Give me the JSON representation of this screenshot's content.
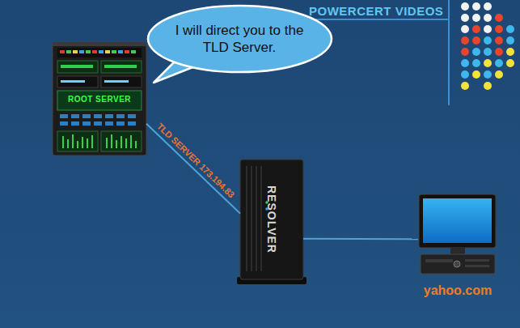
{
  "diagram": {
    "nodes": [
      {
        "text": [
          "ROOT SERVER"
        ]
      },
      {
        "text": [
          "I will direct you to the TLD Server."
        ]
      },
      {
        "text": [
          "RESOLVER"
        ]
      },
      {
        "text": [
          "yahoo.com"
        ]
      }
    ],
    "edges": [
      {
        "from": 0,
        "to": 2,
        "arrow": "none",
        "label": "TLD SERVER 173.194.83"
      },
      {
        "from": 2,
        "to": 3,
        "arrow": "none"
      }
    ],
    "labels": [
      "POWERCERT VIDEOS"
    ]
  }
}
